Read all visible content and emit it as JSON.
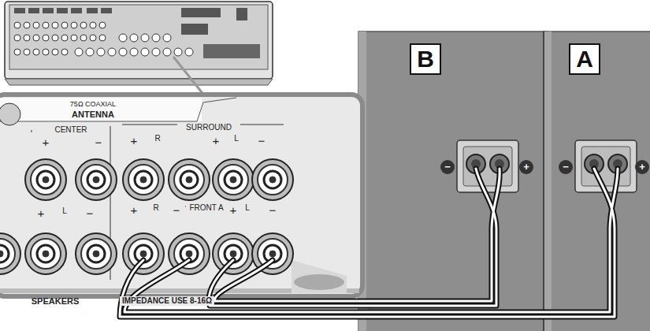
{
  "diagram": {
    "nodes": [
      {
        "text": [
          "B"
        ]
      },
      {
        "text": [
          "A"
        ]
      }
    ],
    "labels": [
      "75Ω COAXIAL",
      "ANTENNA",
      "CENTER",
      "+",
      "−",
      "+",
      "R",
      "SURROUND",
      "+",
      "L",
      "−",
      "+",
      "L",
      "−",
      "+",
      "R",
      "−",
      "FRONT A",
      "+",
      "L",
      "−",
      "SPEAKERS",
      "IMPEDANCE USE 8-16Ω",
      "−",
      "+",
      "−",
      "+"
    ]
  }
}
